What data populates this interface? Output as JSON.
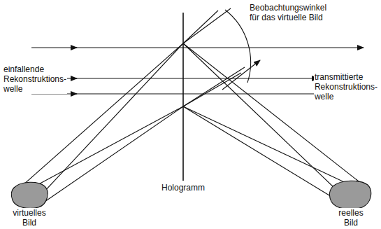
{
  "diagram": {
    "labels": [
      "Beobachtungswinkel für das virtuelle Bild",
      "einfallende Rekonstruktions- welle",
      "transmittierte Rekonstruktions- welle",
      "Hologramm",
      "virtuelles Bild",
      "reelles Bild"
    ]
  }
}
